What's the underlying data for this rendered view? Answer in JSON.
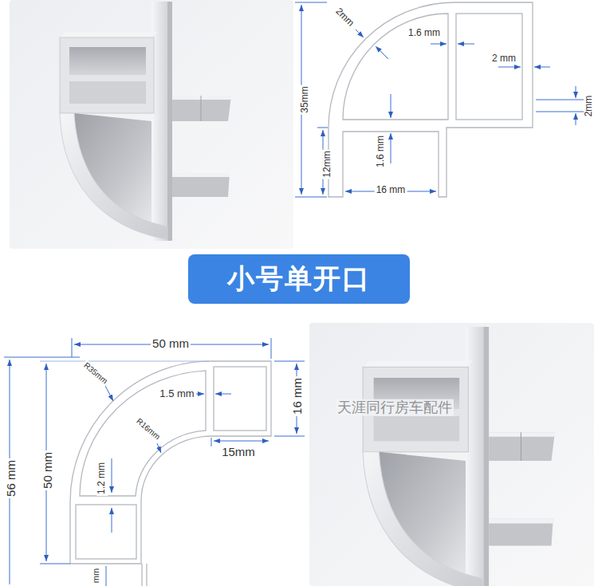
{
  "diagram": {
    "nodes": [
      {
        "text": [
          "小号单开口"
        ]
      }
    ],
    "labels": [
      "2mm",
      "1.6 mm",
      "2 mm",
      "35mm",
      "2mm",
      "1.6 mm",
      "12mm",
      "16 mm",
      "50 mm",
      "R35mm",
      "1.5 mm",
      "16 mm",
      "R16mm",
      "15mm",
      "56 mm",
      "50 mm",
      "1.2 mm",
      "mm",
      "天涯同行房车配件"
    ]
  }
}
